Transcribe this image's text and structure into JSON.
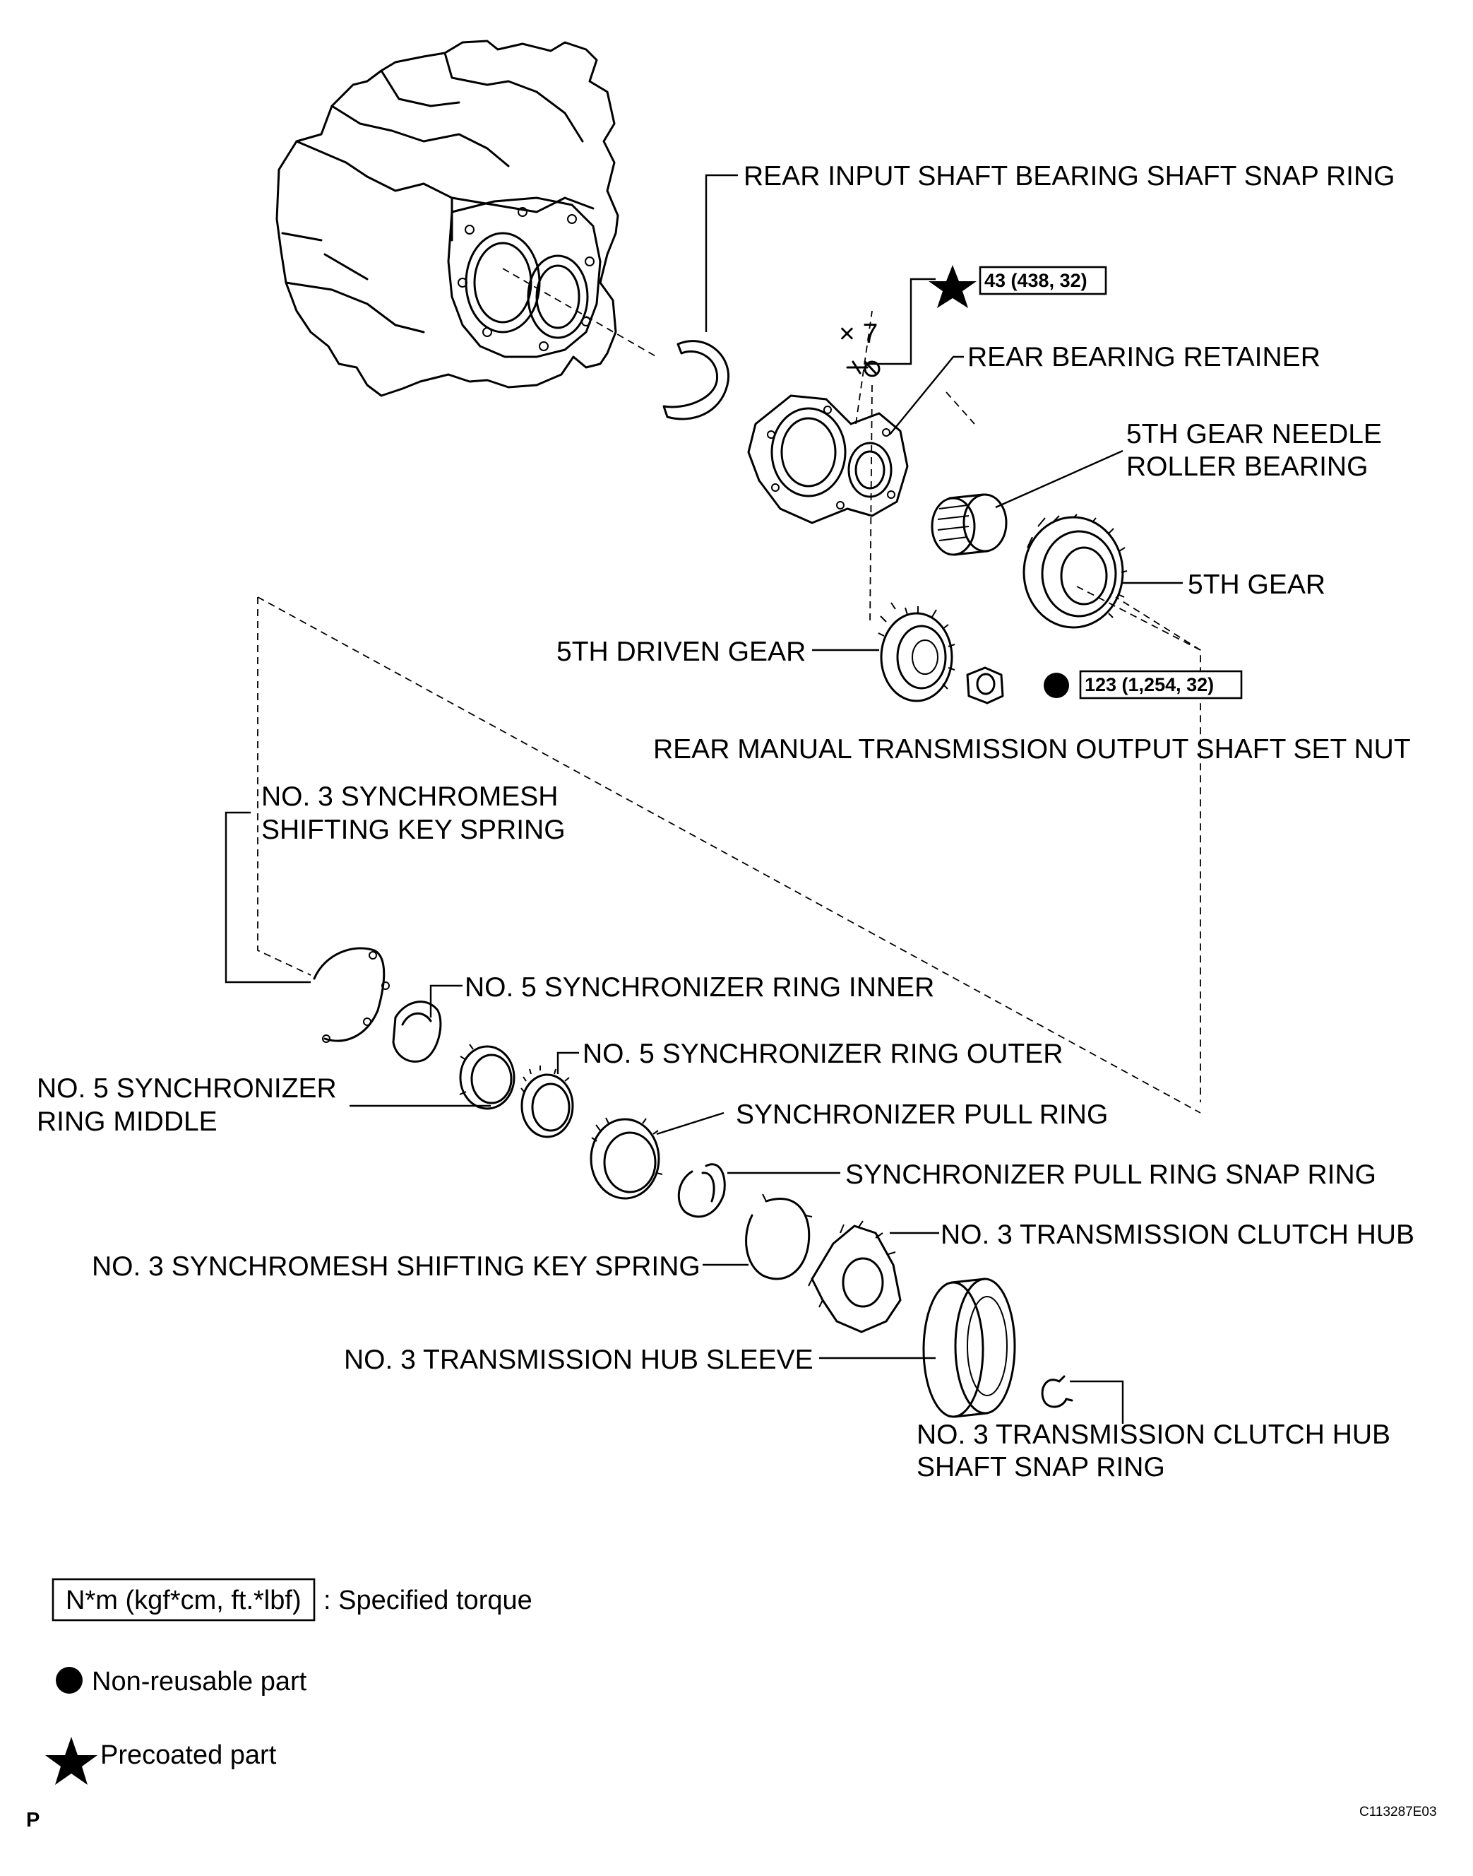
{
  "labels": {
    "rear_input_shaft_bearing_snap_ring": "REAR INPUT SHAFT BEARING SHAFT SNAP RING",
    "rear_bearing_retainer": "REAR BEARING RETAINER",
    "fifth_gear_needle_roller_bearing_line1": "5TH GEAR NEEDLE",
    "fifth_gear_needle_roller_bearing_line2": "ROLLER BEARING",
    "fifth_gear": "5TH GEAR",
    "fifth_driven_gear": "5TH DRIVEN GEAR",
    "rear_output_shaft_set_nut": "REAR MANUAL TRANSMISSION OUTPUT SHAFT SET NUT",
    "shifting_key_spring_upper_line1": "NO. 3 SYNCHROMESH",
    "shifting_key_spring_upper_line2": "SHIFTING KEY SPRING",
    "sync_ring_inner": "NO. 5 SYNCHRONIZER RING INNER",
    "sync_ring_outer": "NO. 5 SYNCHRONIZER RING OUTER",
    "sync_ring_middle_line1": "NO. 5 SYNCHRONIZER",
    "sync_ring_middle_line2": "RING MIDDLE",
    "sync_pull_ring": "SYNCHRONIZER PULL RING",
    "sync_pull_ring_snap_ring": "SYNCHRONIZER PULL RING SNAP RING",
    "clutch_hub": "NO. 3 TRANSMISSION CLUTCH HUB",
    "shifting_key_spring_lower": "NO. 3 SYNCHROMESH SHIFTING KEY SPRING",
    "hub_sleeve": "NO. 3 TRANSMISSION HUB SLEEVE",
    "clutch_hub_snap_ring_line1": "NO. 3 TRANSMISSION CLUTCH HUB",
    "clutch_hub_snap_ring_line2": "SHAFT SNAP RING"
  },
  "torques": {
    "retainer_bolt": "43 (438, 32)",
    "output_nut": "123 (1,254, 32)"
  },
  "bolt_count": "× 7",
  "legend": {
    "torque_box": "N*m (kgf*cm, ft.*lbf)",
    "torque_text": ": Specified torque",
    "non_reusable": "Non-reusable part",
    "precoated": "Precoated part"
  },
  "corner_mark": "P",
  "figure_code": "C113287E03"
}
